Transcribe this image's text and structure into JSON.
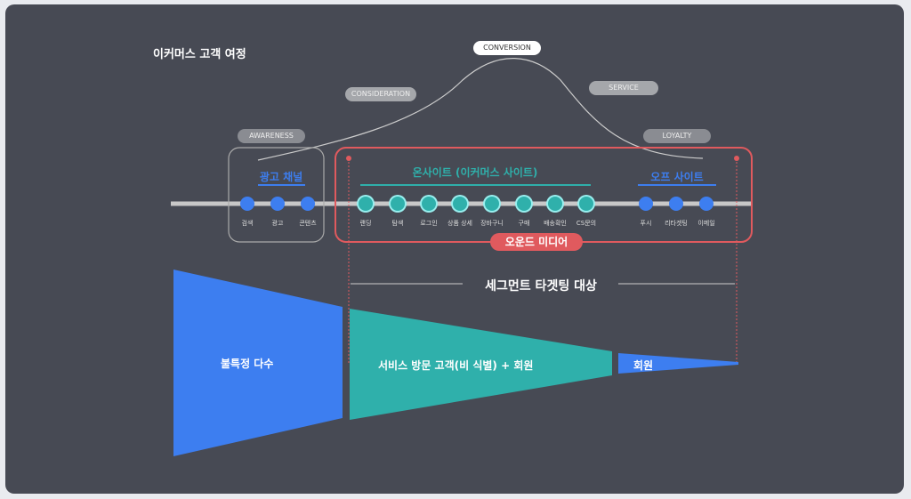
{
  "title": "이커머스 고객 여정",
  "stages": {
    "awareness": "AWARENESS",
    "consideration": "CONSIDERATION",
    "conversion": "CONVERSION",
    "service": "SERVICE",
    "loyalty": "LOYALTY"
  },
  "groups": {
    "ad": "광고 채널",
    "onsite": "온사이트 (이커머스 사이트)",
    "offsite": "오프 사이트",
    "owned": "오운드 미디어"
  },
  "nodes": {
    "ad": [
      "검색",
      "광고",
      "콘텐츠"
    ],
    "onsite": [
      "랜딩",
      "탐색",
      "로그인",
      "상품 상세",
      "장바구니",
      "구매",
      "배송확인",
      "CS문의"
    ],
    "offsite": [
      "푸시",
      "리타겟팅",
      "이메일"
    ]
  },
  "segment": "세그먼트 타겟팅 대상",
  "funnel": [
    "불특정 다수",
    "서비스 방문 고객(비 식별) + 회원",
    "회원"
  ],
  "colors": {
    "blue": "#3d7ef0",
    "teal": "#2fb0ab",
    "red": "#e05a5e"
  }
}
